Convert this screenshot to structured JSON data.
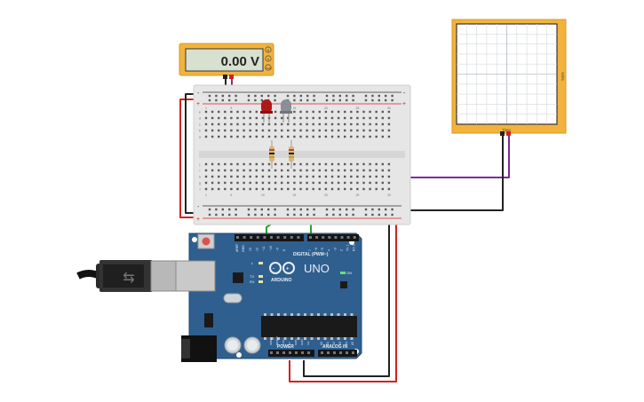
{
  "multimeter": {
    "reading": "0.00 V",
    "terminals": [
      "A",
      "V",
      "COM"
    ],
    "body_color": "#f2b33d",
    "screen_color": "#d8e0d0"
  },
  "oscilloscope": {
    "time_label": "Time",
    "volts_label": "Volts",
    "body_color": "#f2b33d"
  },
  "breadboard": {
    "column_numbers": [
      "1",
      "5",
      "10",
      "15",
      "20",
      "25",
      "30"
    ],
    "row_letters_top": [
      "a",
      "b",
      "c",
      "d",
      "e"
    ],
    "row_letters_bottom": [
      "f",
      "g",
      "h",
      "i",
      "j"
    ],
    "rail_plus": "+",
    "rail_minus": "-"
  },
  "leds": [
    {
      "name": "red-led",
      "color": "#b01818"
    },
    {
      "name": "gray-led",
      "color": "#8a8f95"
    }
  ],
  "arduino": {
    "model": "UNO",
    "brand": "ARDUINO",
    "digital_label": "DIGITAL (PWM~)",
    "power_label": "POWER",
    "analog_label": "ANALOG IN",
    "on_label": "ON",
    "led_labels": [
      "L",
      "TX",
      "RX"
    ],
    "aref_labels": [
      "AREF",
      "GND"
    ],
    "digital_pins": [
      "13",
      "12",
      "~11",
      "~10",
      "~9",
      "8",
      "7",
      "~6",
      "~5",
      "4",
      "~3",
      "2",
      "TX 1",
      "RX 0"
    ],
    "power_pins": [
      "IOREF",
      "RESET",
      "3.3V",
      "5V",
      "GND",
      "GND",
      "Vin"
    ],
    "analog_pins": [
      "A0",
      "A1",
      "A2",
      "A3",
      "A4",
      "A5"
    ],
    "board_color": "#2f5f8f"
  },
  "wires": {
    "red": "#d42020",
    "black": "#222222",
    "purple": "#7b2d9a",
    "green": "#2ca02c"
  }
}
